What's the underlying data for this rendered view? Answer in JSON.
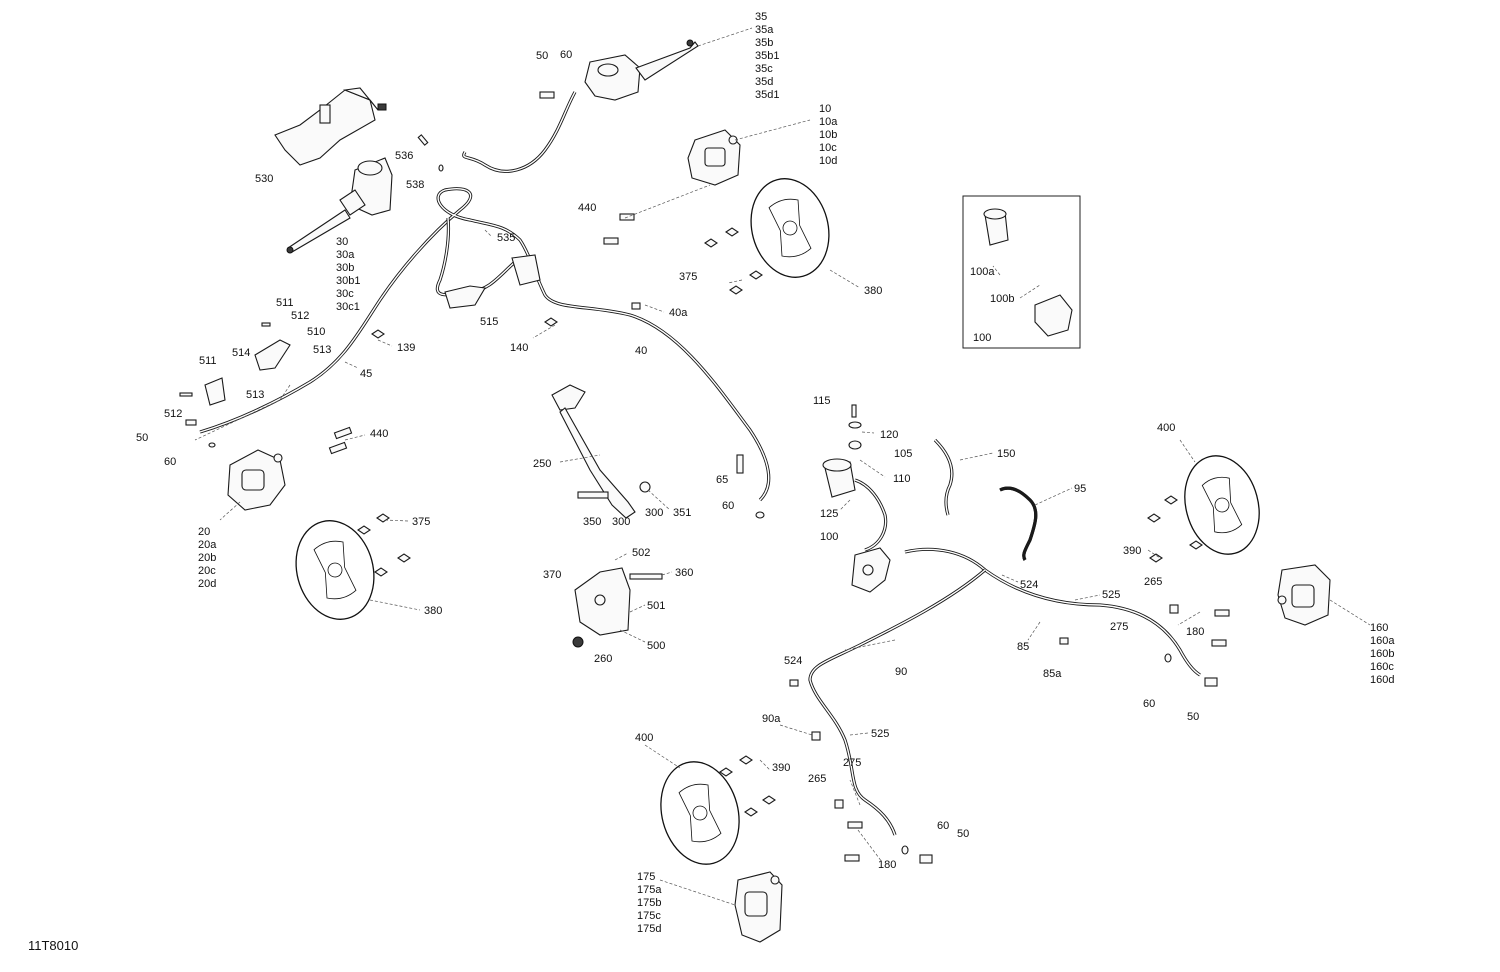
{
  "figure_code": "11T8010",
  "labels": {
    "l35": [
      "35",
      "35a",
      "35b",
      "35b1",
      "35c",
      "35d",
      "35d1"
    ],
    "l10": [
      "10",
      "10a",
      "10b",
      "10c",
      "10d"
    ],
    "l30": [
      "30",
      "30a",
      "30b",
      "30b1",
      "30c",
      "30c1"
    ],
    "l20": [
      "20",
      "20a",
      "20b",
      "20c",
      "20d"
    ],
    "l160": [
      "160",
      "160a",
      "160b",
      "160c",
      "160d"
    ],
    "l175": [
      "175",
      "175a",
      "175b",
      "175c",
      "175d"
    ],
    "inset": {
      "a": "100a",
      "b": "100b",
      "c": "100"
    },
    "single": {
      "c50top": "50",
      "c60top": "60",
      "c536": "536",
      "c538": "538",
      "c530": "530",
      "c440top": "440",
      "c535": "535",
      "c375top": "375",
      "c380top": "380",
      "c515": "515",
      "c140": "140",
      "c40a": "40a",
      "c40": "40",
      "c139": "139",
      "c45": "45",
      "c511a": "511",
      "c512a": "512",
      "c510": "510",
      "c513a": "513",
      "c511b": "511",
      "c514": "514",
      "c513b": "513",
      "c512b": "512",
      "c50left": "50",
      "c60left": "60",
      "c440mid": "440",
      "c375mid": "375",
      "c380mid": "380",
      "c250": "250",
      "c350": "350",
      "c300a": "300",
      "c300b": "300",
      "c351": "351",
      "c65": "65",
      "c60mid": "60",
      "c502": "502",
      "c360": "360",
      "c370": "370",
      "c501": "501",
      "c500": "500",
      "c260": "260",
      "c115": "115",
      "c120": "120",
      "c105": "105",
      "c110": "110",
      "c125": "125",
      "c100": "100",
      "c150": "150",
      "c95": "95",
      "c524a": "524",
      "c525a": "525",
      "c85": "85",
      "c85a": "85a",
      "c275a": "275",
      "c265a": "265",
      "c180a": "180",
      "c60right": "60",
      "c50right": "50",
      "c400a": "400",
      "c390a": "390",
      "c90": "90",
      "c524b": "524",
      "c90a": "90a",
      "c525b": "525",
      "c275b": "275",
      "c265b": "265",
      "c400b": "400",
      "c390b": "390",
      "c60bot": "60",
      "c50bot": "50",
      "c180b": "180"
    }
  }
}
